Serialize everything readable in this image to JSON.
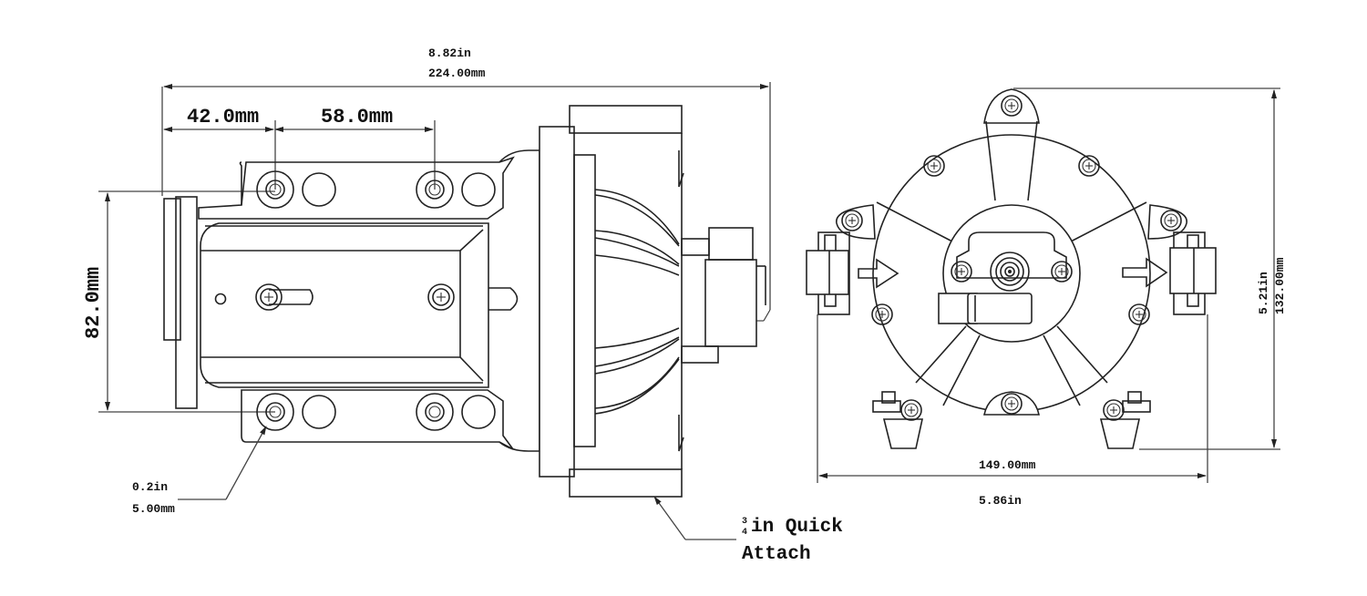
{
  "title": "12V Diaphragm Pump Dimension Drawing",
  "side_view": {
    "overall_length_in": "8.82in",
    "overall_length_mm": "224.00mm",
    "hole_offset_1": "42.0mm",
    "hole_offset_2": "58.0mm",
    "mount_height": "82.0mm",
    "hole_dia_in": "0.2in",
    "hole_dia_mm": "5.00mm",
    "callout_fraction_num": "3",
    "callout_fraction_den": "4",
    "callout_line1": "in Quick",
    "callout_line2": "Attach"
  },
  "front_view": {
    "height_in": "5.21in",
    "height_mm": "132.00mm",
    "width_mm": "149.00mm",
    "width_in": "5.86in"
  }
}
